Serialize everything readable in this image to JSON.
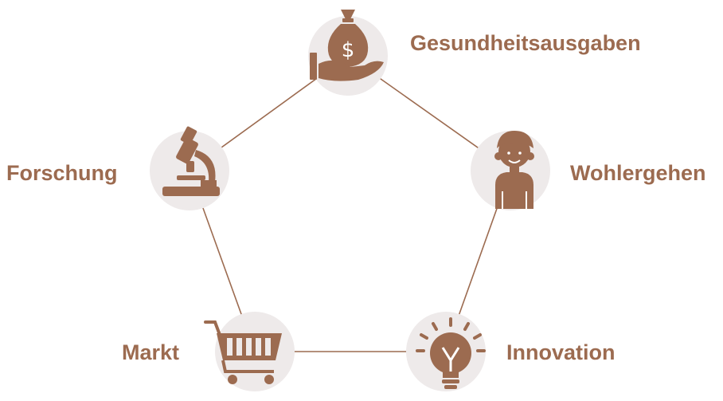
{
  "colors": {
    "accent": "#9c6b50",
    "node_fill": "#eeeaea",
    "connector": "#9c6b50",
    "background": "#ffffff"
  },
  "nodes": [
    {
      "id": "gesundheitsausgaben",
      "label": "Gesundheitsausgaben",
      "icon": "money-bag-hand-icon"
    },
    {
      "id": "wohlergehen",
      "label": "Wohlergehen",
      "icon": "person-icon"
    },
    {
      "id": "innovation",
      "label": "Innovation",
      "icon": "lightbulb-icon"
    },
    {
      "id": "markt",
      "label": "Markt",
      "icon": "shopping-cart-icon"
    },
    {
      "id": "forschung",
      "label": "Forschung",
      "icon": "microscope-icon"
    }
  ],
  "edges": [
    [
      "gesundheitsausgaben",
      "wohlergehen"
    ],
    [
      "wohlergehen",
      "innovation"
    ],
    [
      "innovation",
      "markt"
    ],
    [
      "markt",
      "forschung"
    ],
    [
      "forschung",
      "gesundheitsausgaben"
    ]
  ]
}
